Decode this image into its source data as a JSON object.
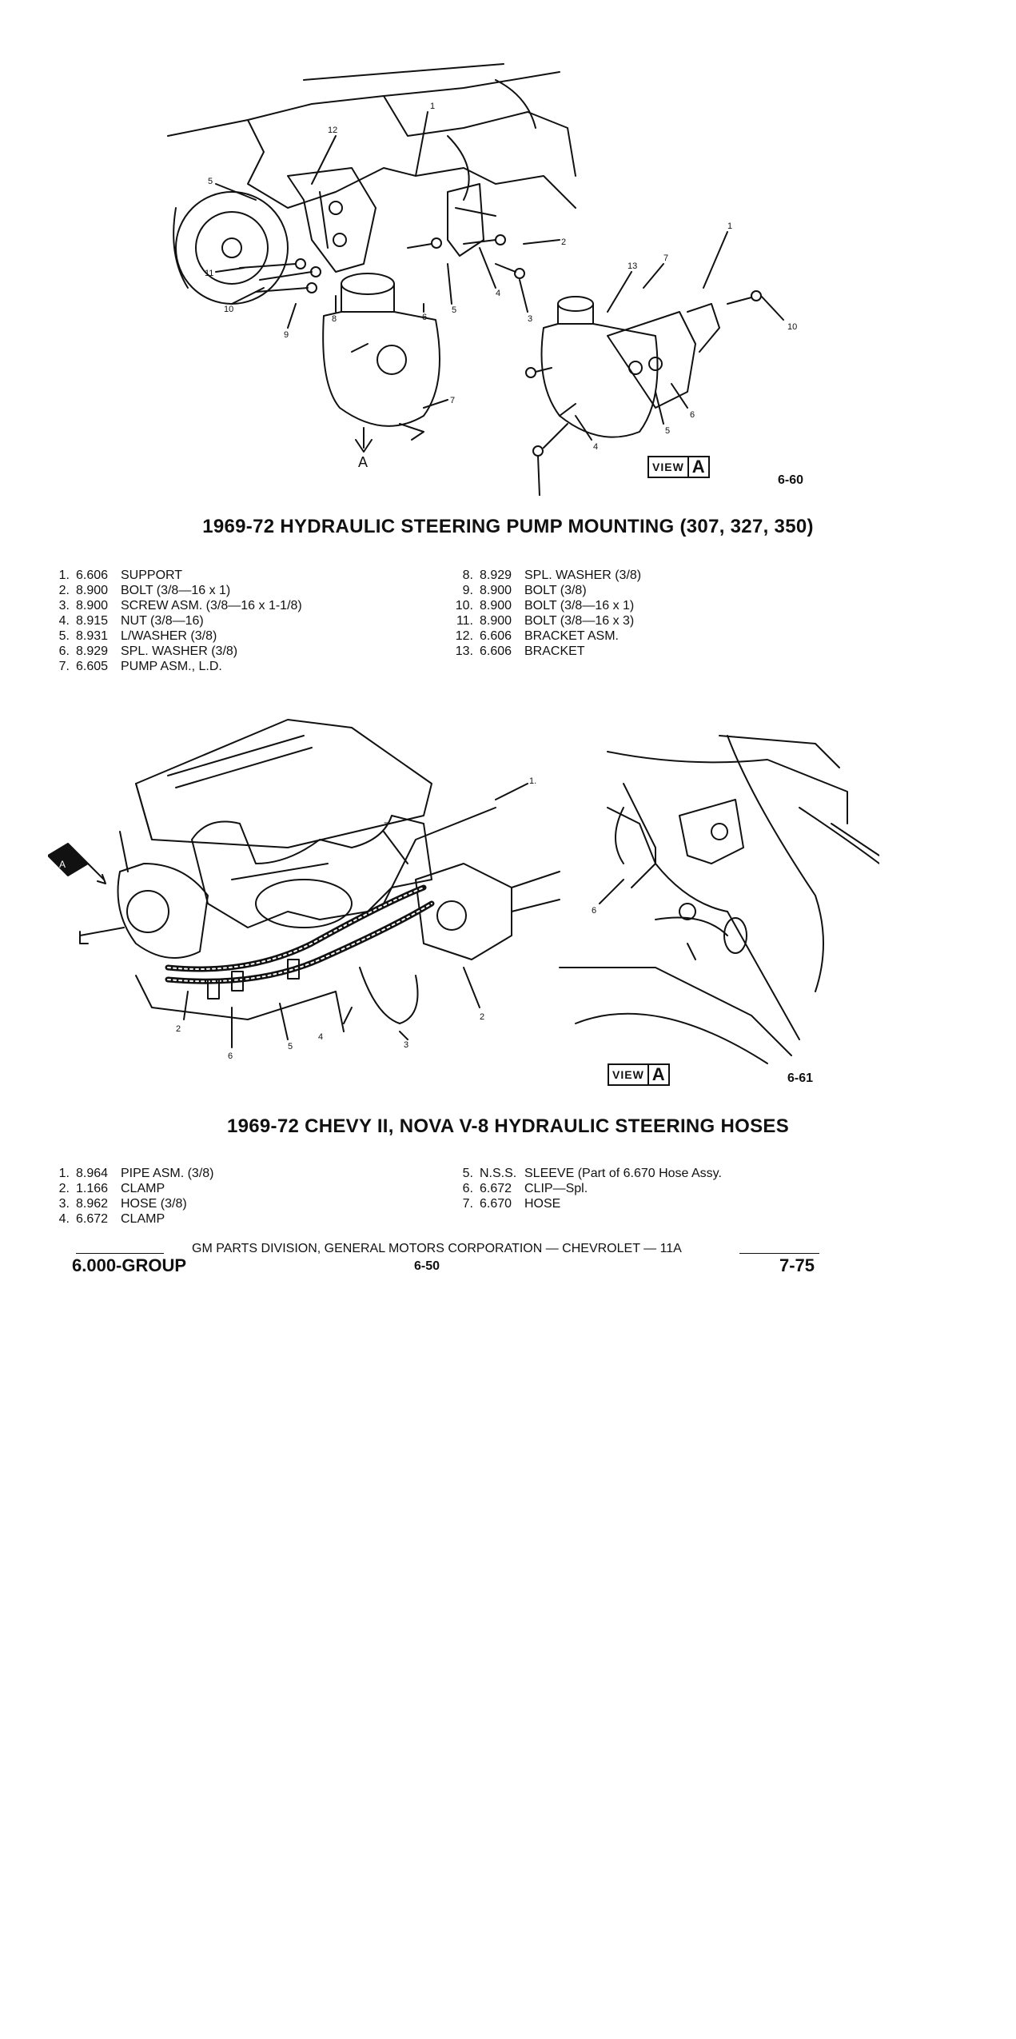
{
  "figure1": {
    "number": "6-60",
    "title": "1969-72 HYDRAULIC STEERING PUMP MOUNTING (307, 327, 350)",
    "view_label": "VIEW",
    "view_letter": "A",
    "arrow_label": "A",
    "callouts": [
      "1",
      "2",
      "3",
      "4",
      "5",
      "6",
      "7",
      "8",
      "9",
      "10",
      "11",
      "12",
      "13"
    ],
    "parts_left": [
      {
        "n": "1.",
        "code": "6.606",
        "desc": "SUPPORT"
      },
      {
        "n": "2.",
        "code": "8.900",
        "desc": "BOLT (3/8—16 x 1)"
      },
      {
        "n": "3.",
        "code": "8.900",
        "desc": "SCREW ASM. (3/8—16 x 1-1/8)"
      },
      {
        "n": "4.",
        "code": "8.915",
        "desc": "NUT (3/8—16)"
      },
      {
        "n": "5.",
        "code": "8.931",
        "desc": "L/WASHER (3/8)"
      },
      {
        "n": "6.",
        "code": "8.929",
        "desc": "SPL. WASHER (3/8)"
      },
      {
        "n": "7.",
        "code": "6.605",
        "desc": "PUMP ASM., L.D."
      }
    ],
    "parts_right": [
      {
        "n": "8.",
        "code": "8.929",
        "desc": "SPL. WASHER (3/8)"
      },
      {
        "n": "9.",
        "code": "8.900",
        "desc": "BOLT (3/8)"
      },
      {
        "n": "10.",
        "code": "8.900",
        "desc": "BOLT (3/8—16 x 1)"
      },
      {
        "n": "11.",
        "code": "8.900",
        "desc": "BOLT (3/8—16 x 3)"
      },
      {
        "n": "12.",
        "code": "6.606",
        "desc": "BRACKET ASM."
      },
      {
        "n": "13.",
        "code": "6.606",
        "desc": "BRACKET"
      }
    ]
  },
  "figure2": {
    "number": "6-61",
    "title": "1969-72 CHEVY II, NOVA V-8 HYDRAULIC STEERING HOSES",
    "view_label": "VIEW",
    "view_letter": "A",
    "arrow_label": "A",
    "parts_left": [
      {
        "n": "1.",
        "code": "8.964",
        "desc": "PIPE ASM. (3/8)"
      },
      {
        "n": "2.",
        "code": "1.166",
        "desc": "CLAMP"
      },
      {
        "n": "3.",
        "code": "8.962",
        "desc": "HOSE (3/8)"
      },
      {
        "n": "4.",
        "code": "6.672",
        "desc": "CLAMP"
      }
    ],
    "parts_right": [
      {
        "n": "5.",
        "code": "N.S.S.",
        "desc": "SLEEVE (Part of 6.670 Hose Assy."
      },
      {
        "n": "6.",
        "code": "6.672",
        "desc": "CLIP—Spl."
      },
      {
        "n": "7.",
        "code": "6.670",
        "desc": "HOSE"
      }
    ]
  },
  "footer": {
    "publisher": "GM PARTS DIVISION, GENERAL MOTORS CORPORATION — CHEVROLET — 11A",
    "group": "6.000-GROUP",
    "page": "6-50",
    "date": "7-75"
  }
}
